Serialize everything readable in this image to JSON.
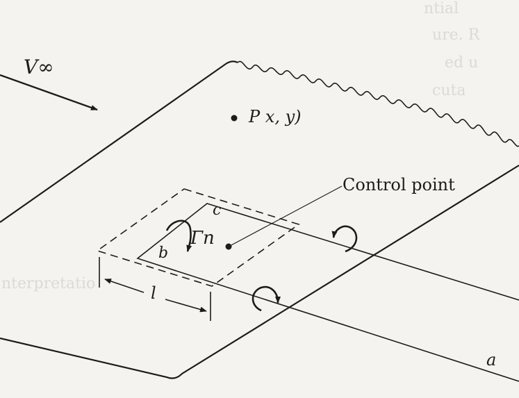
{
  "figure": {
    "freestream_label": "V∞",
    "field_point_label": "P x, y)",
    "control_point_label": "Control point",
    "circulation_label": "Γn",
    "edge_c_label": "c",
    "edge_b_label": "b",
    "length_label": "l",
    "trailing_label": "a"
  },
  "colors": {
    "ink": "#1c1c1c",
    "paper": "#f4f3ef",
    "bleed_through": "#dcdad4"
  },
  "bleed_through_text": [
    "ntial",
    "ure. R",
    "ed u",
    "cuta",
    "nterpretatio"
  ]
}
